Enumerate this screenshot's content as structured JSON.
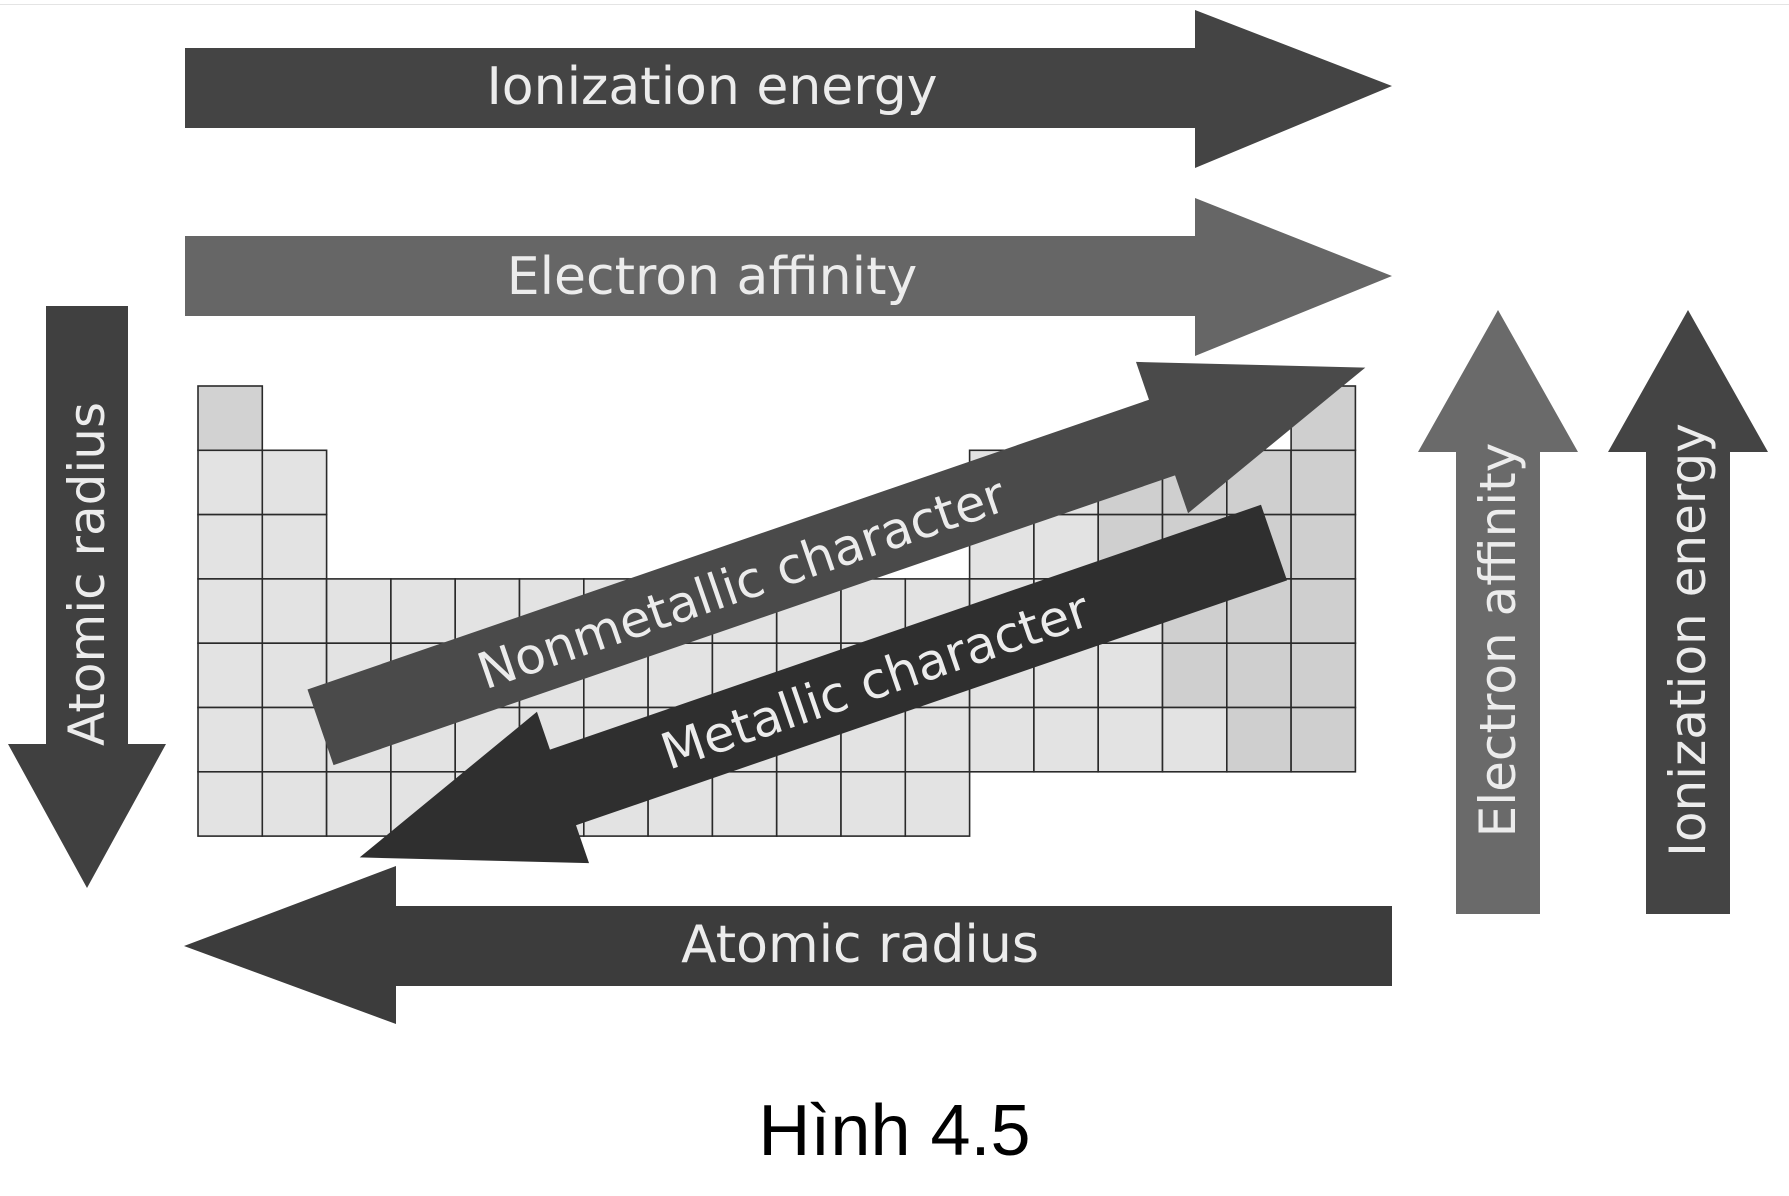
{
  "figure": {
    "top_arrows": [
      {
        "label": "Ionization energy",
        "color": "#444444"
      },
      {
        "label": "Electron affinity",
        "color": "#666666"
      }
    ],
    "left_arrow": {
      "label": "Atomic radius",
      "color": "#404040"
    },
    "bottom_arrow": {
      "label": "Atomic radius",
      "color": "#3c3c3c"
    },
    "right_arrows": [
      {
        "label": "Electron affinity",
        "color": "#6a6a6a"
      },
      {
        "label": "Ionization energy",
        "color": "#444444"
      }
    ],
    "diagonal_arrows": {
      "nonmetallic": {
        "label": "Nonmetallic character",
        "color": "#4a4a4a"
      },
      "metallic": {
        "label": "Metallic character",
        "color": "#2f2f2f"
      }
    },
    "table_colors": {
      "metal": "#e3e3e3",
      "nonmetal": "#cfcfcf",
      "hydrogen": "#d2d2d2",
      "grid": "#2a2a2a"
    }
  },
  "caption": "Hình 4.5"
}
